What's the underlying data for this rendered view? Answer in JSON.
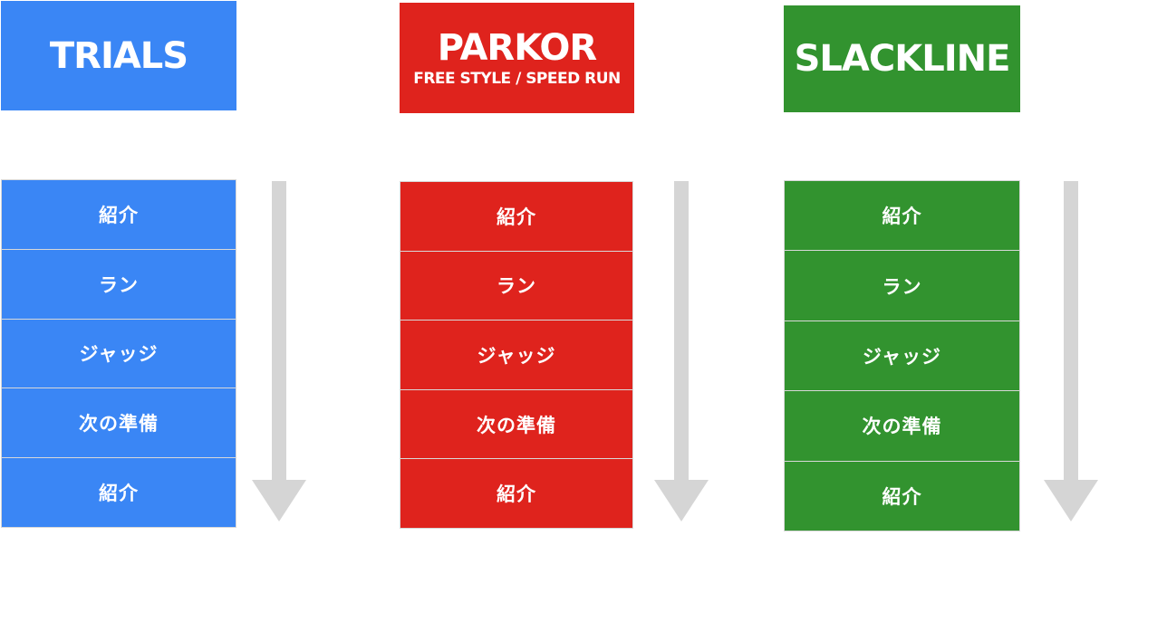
{
  "colors": {
    "trials": "#3a86f5",
    "parkor": "#df231d",
    "slackline": "#32932f",
    "arrow": "#d5d5d5"
  },
  "columns": [
    {
      "title": "TRIALS",
      "subtitle": "",
      "steps": [
        "紹介",
        "ラン",
        "ジャッジ",
        "次の準備",
        "紹介"
      ]
    },
    {
      "title": "PARKOR",
      "subtitle": "FREE STYLE / SPEED RUN",
      "steps": [
        "紹介",
        "ラン",
        "ジャッジ",
        "次の準備",
        "紹介"
      ]
    },
    {
      "title": "SLACKLINE",
      "subtitle": "",
      "steps": [
        "紹介",
        "ラン",
        "ジャッジ",
        "次の準備",
        "紹介"
      ]
    }
  ],
  "icons": {
    "flow_arrow": "arrow-down-icon"
  }
}
